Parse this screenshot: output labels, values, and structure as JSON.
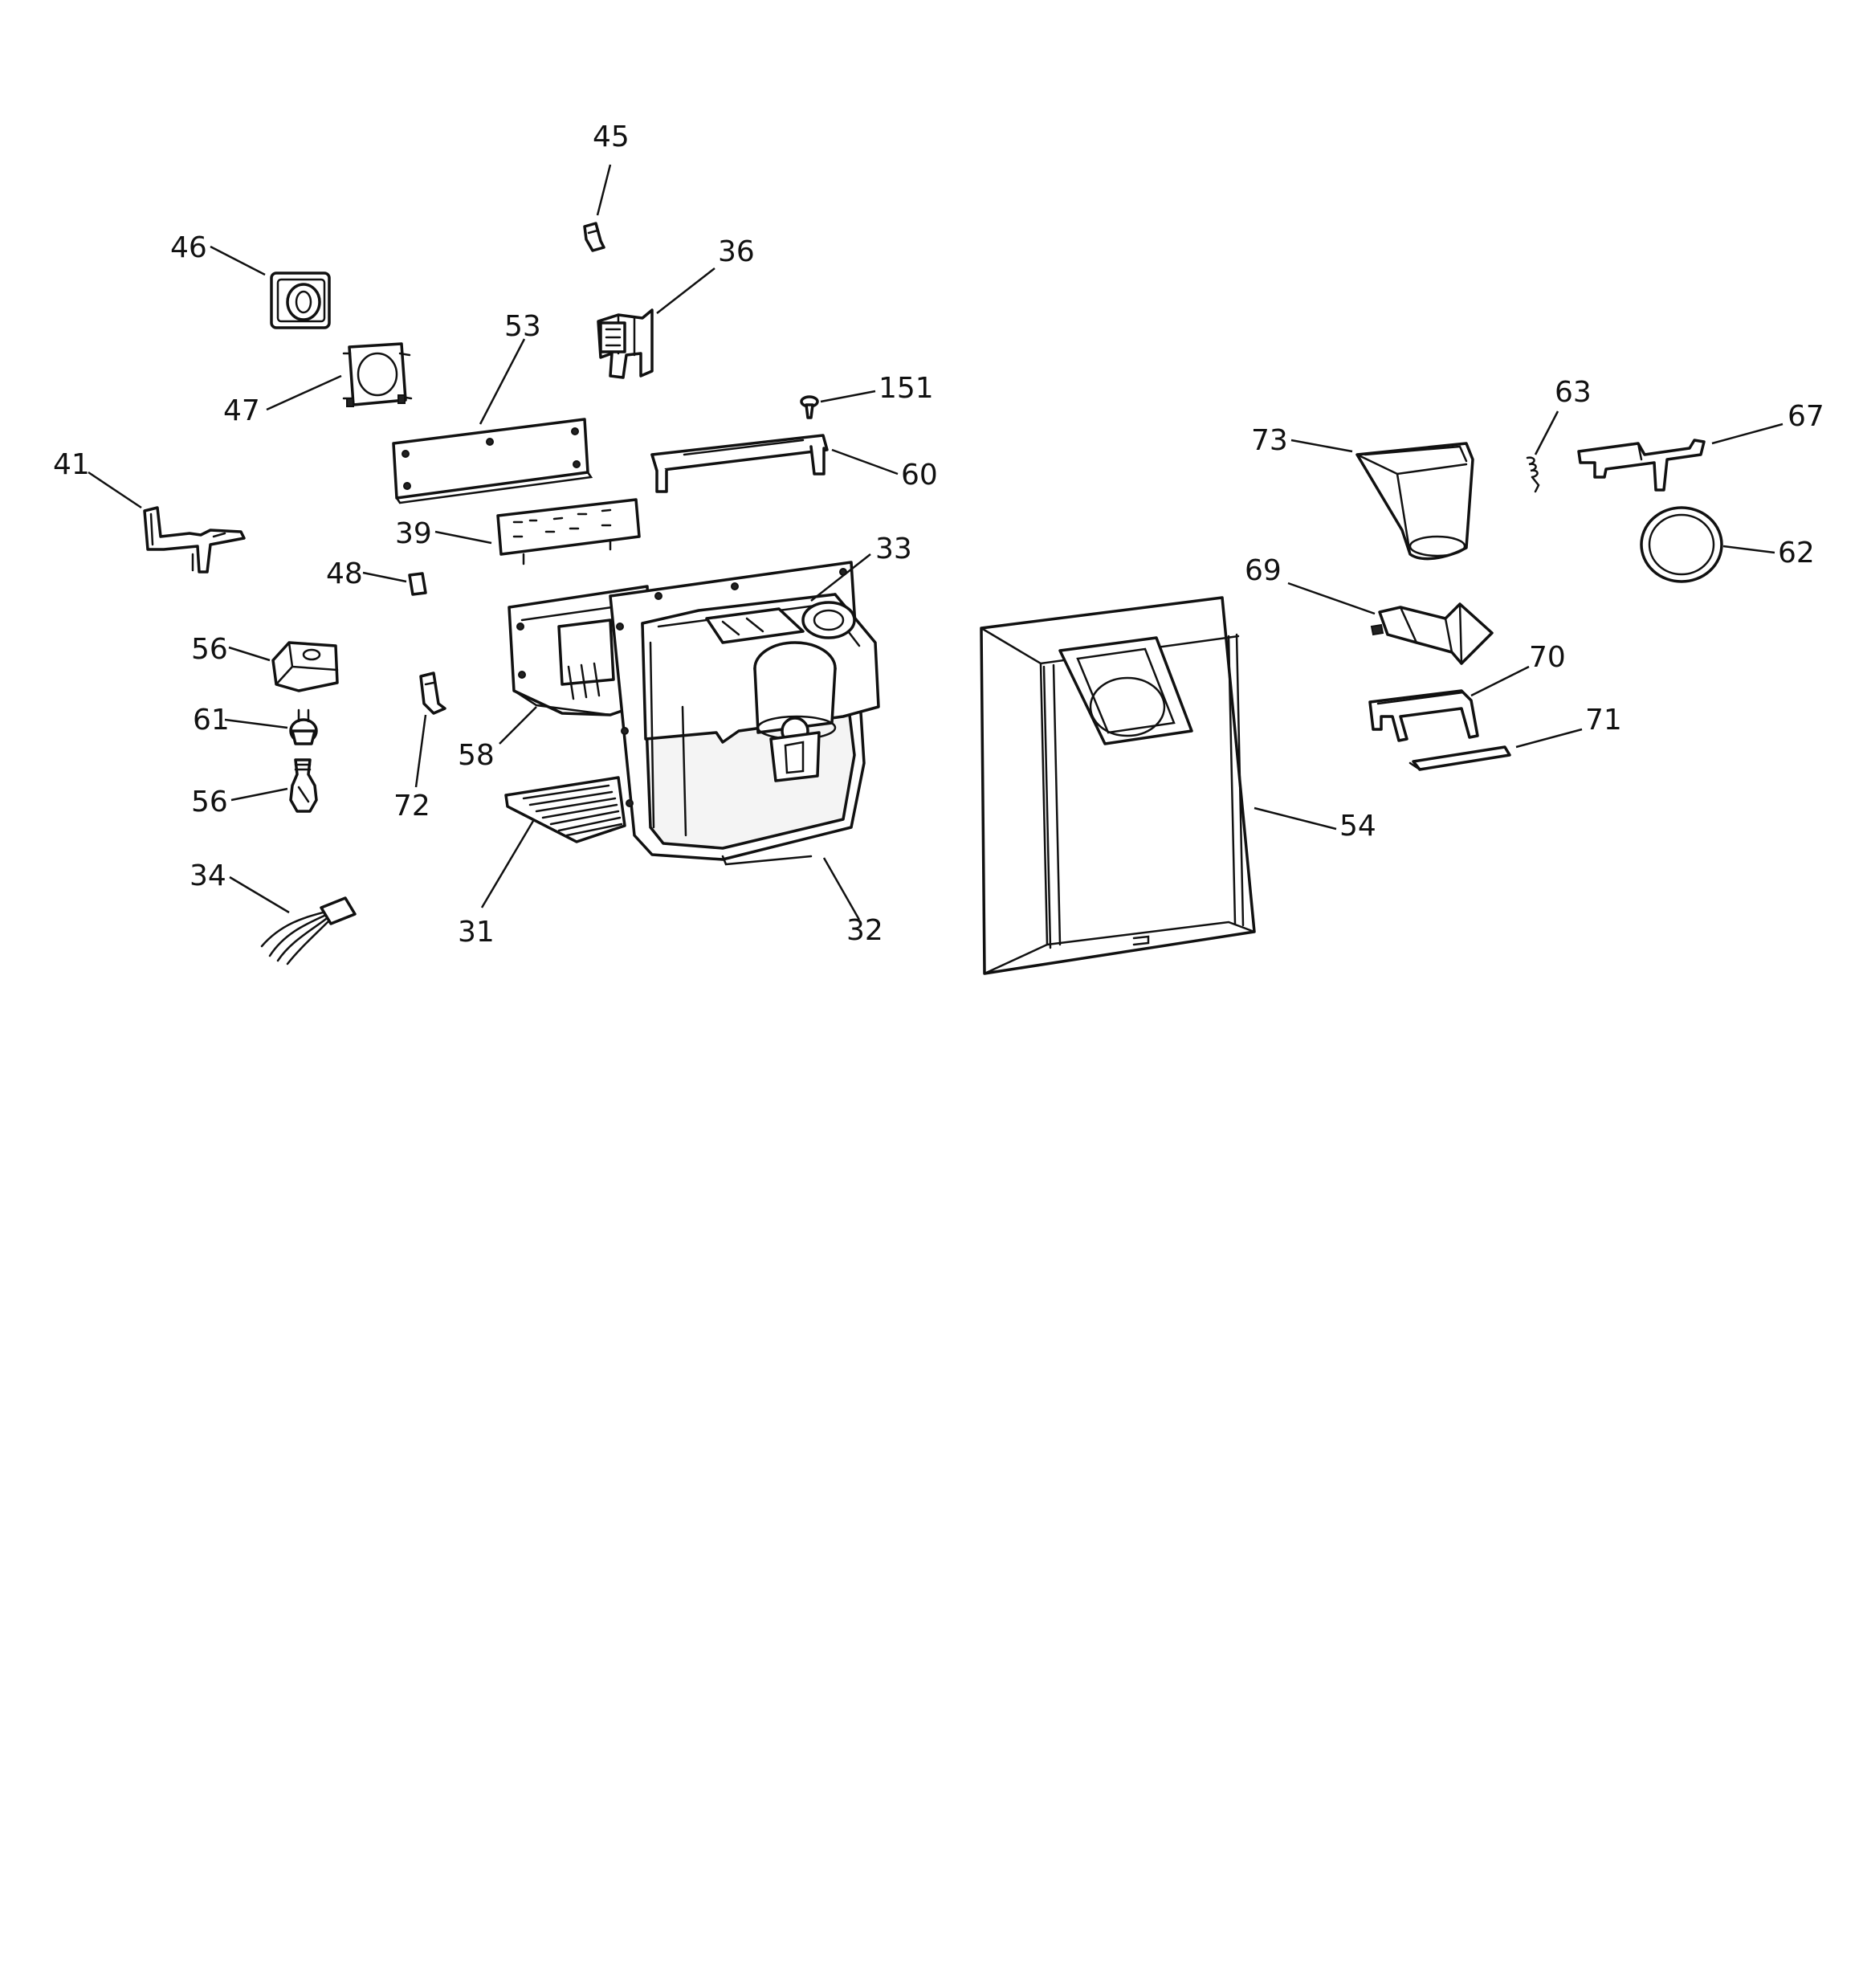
{
  "callouts": {
    "c45": "45",
    "c46": "46",
    "c36": "36",
    "c53": "53",
    "c47": "47",
    "c151": "151",
    "c41": "41",
    "c60": "60",
    "c39": "39",
    "c33": "33",
    "c48": "48",
    "c56a": "56",
    "c61": "61",
    "c56b": "56",
    "c58": "58",
    "c72": "72",
    "c34": "34",
    "c31": "31",
    "c32": "32",
    "c63": "63",
    "c67": "67",
    "c73": "73",
    "c62": "62",
    "c69": "69",
    "c70": "70",
    "c71": "71",
    "c54": "54"
  }
}
